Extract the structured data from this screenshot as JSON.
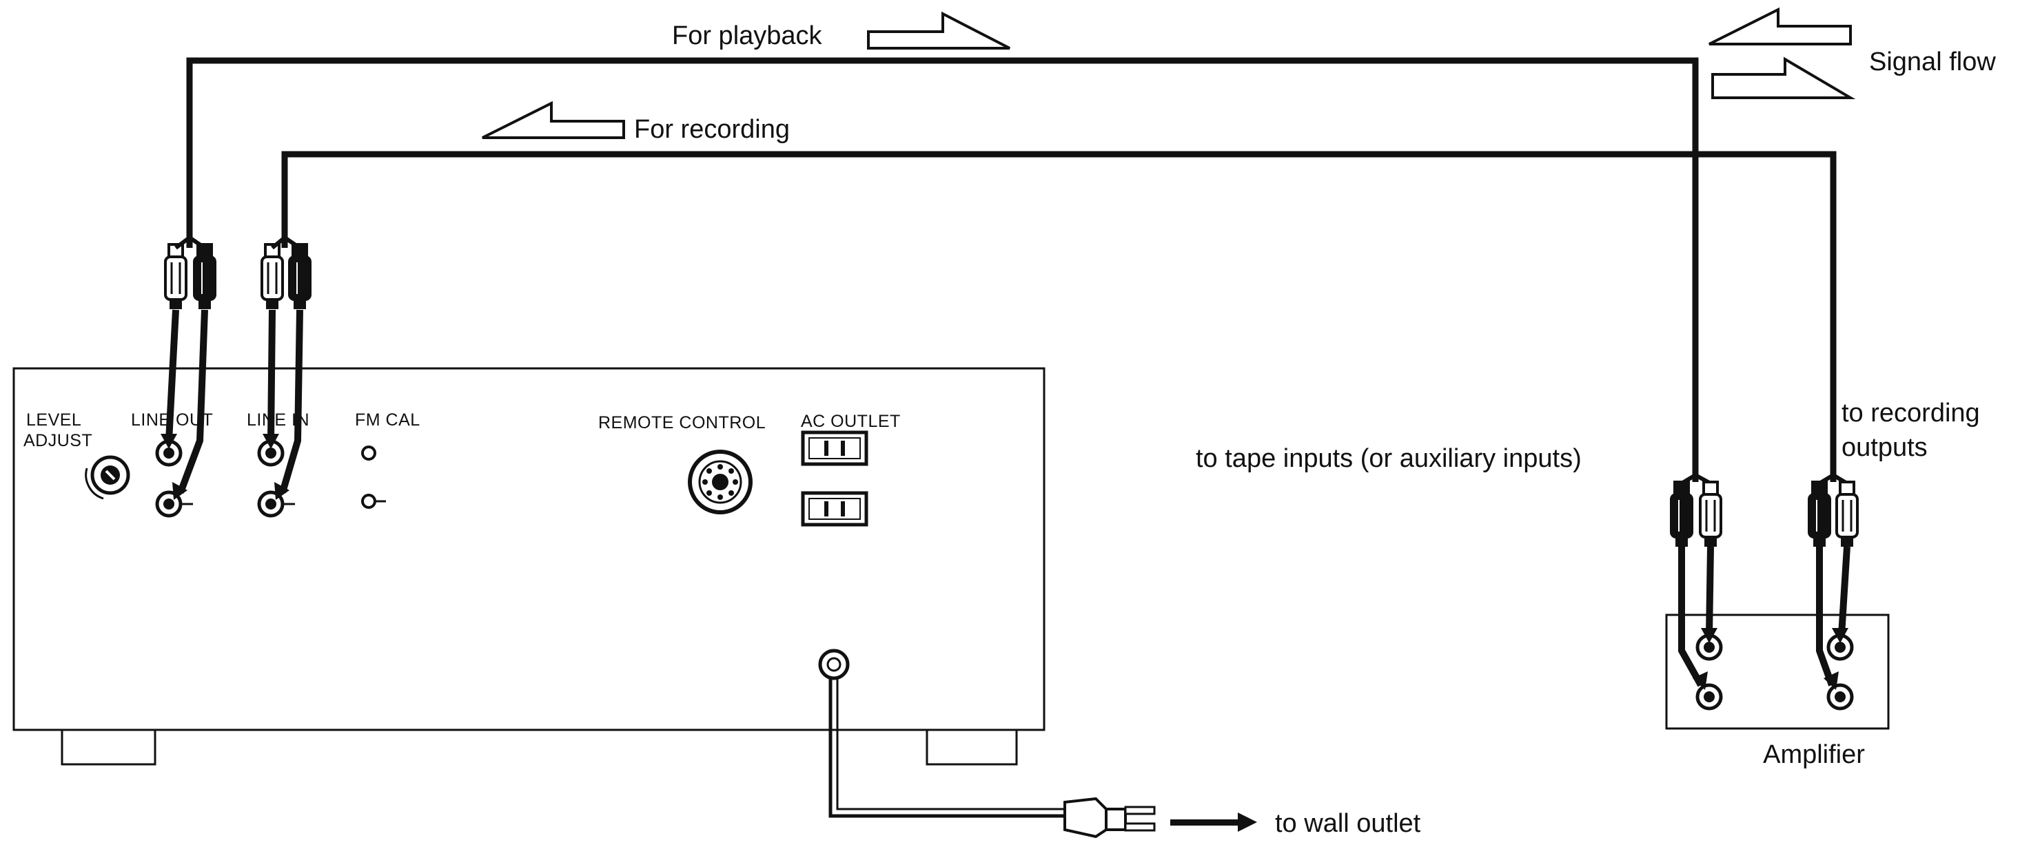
{
  "labels": {
    "playback": "For playback",
    "recording": "For recording",
    "signal_flow": "Signal flow",
    "to_tape_inputs": "to tape inputs (or auxiliary inputs)",
    "to_recording_line1": "to recording",
    "to_recording_line2": "outputs",
    "amplifier": "Amplifier",
    "wall_outlet": "to wall outlet"
  },
  "panel": {
    "level_line1": "LEVEL",
    "level_line2": "ADJUST",
    "line_out": "LINE OUT",
    "line_in": "LINE IN",
    "fm_cal": "FM CAL",
    "remote_control": "REMOTE CONTROL",
    "ac_outlet": "AC OUTLET"
  },
  "icons": {
    "arrow": "hollow-arrow-icon",
    "plug": "rca-plug-icon",
    "jack": "jack-icon",
    "power": "power-plug-icon"
  }
}
